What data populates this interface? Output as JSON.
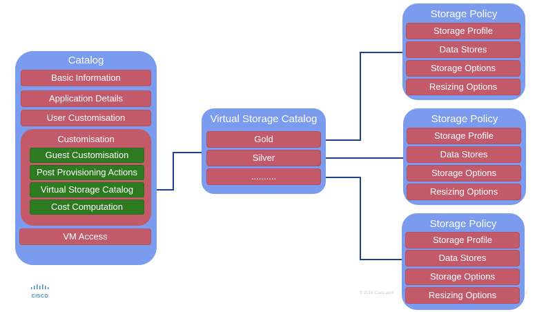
{
  "catalog": {
    "title": "Catalog",
    "items": [
      "Basic Information",
      "Application Details",
      "User Customisation"
    ],
    "customisation": {
      "title": "Customisation",
      "items": [
        "Guest Customisation",
        "Post Provisioning Actions",
        "Virtual Storage Catalog",
        "Cost Computation"
      ]
    },
    "last_item": "VM Access"
  },
  "virtual_storage_catalog": {
    "title": "Virtual Storage Catalog",
    "items": [
      "Gold",
      "Silver",
      ".........."
    ]
  },
  "storage_policies": [
    {
      "title": "Storage Policy",
      "items": [
        "Storage Profile",
        "Data Stores",
        "Storage Options",
        "Resizing Options"
      ]
    },
    {
      "title": "Storage Policy",
      "items": [
        "Storage Profile",
        "Data Stores",
        "Storage Options",
        "Resizing Options"
      ]
    },
    {
      "title": "Storage Policy",
      "items": [
        "Storage Profile",
        "Data Stores",
        "Storage Options",
        "Resizing Options"
      ]
    }
  ],
  "footer": {
    "copyright": "© 2014  Cisco and/",
    "page_number": "7",
    "logo_text": "CISCO"
  },
  "colors": {
    "panel": "#7b9bef",
    "item": "#c25a69",
    "highlight_item": "#2e7a21",
    "connector": "#1f3f8f"
  }
}
